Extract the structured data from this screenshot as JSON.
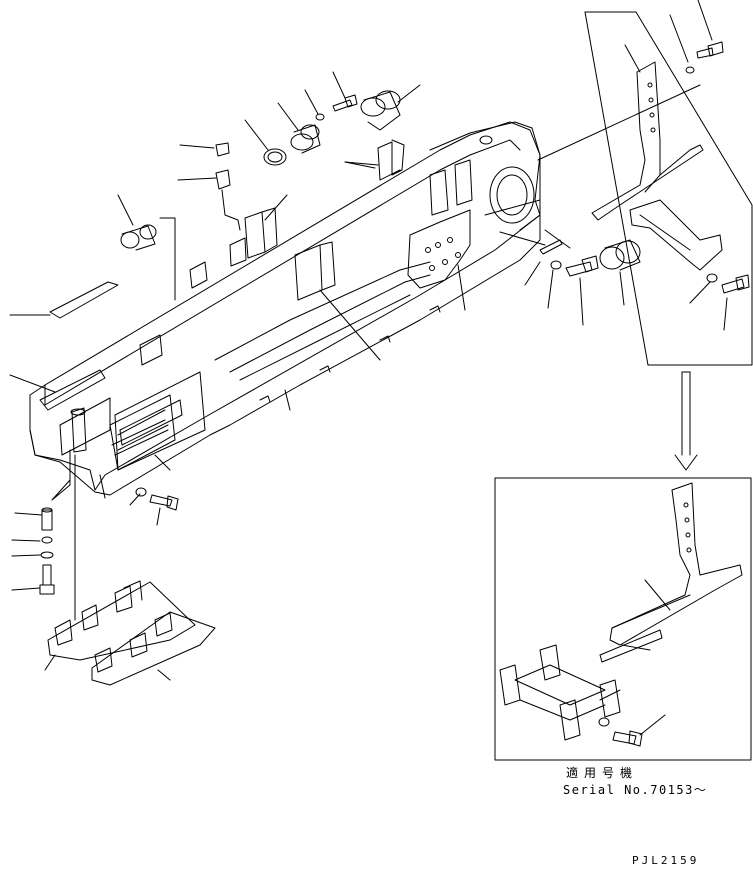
{
  "labels": {
    "serial_heading": "適用号機",
    "serial_number": "Serial No.70153～",
    "drawing_code": "PJL2159"
  },
  "colors": {
    "line": "#000000",
    "background": "#ffffff"
  }
}
